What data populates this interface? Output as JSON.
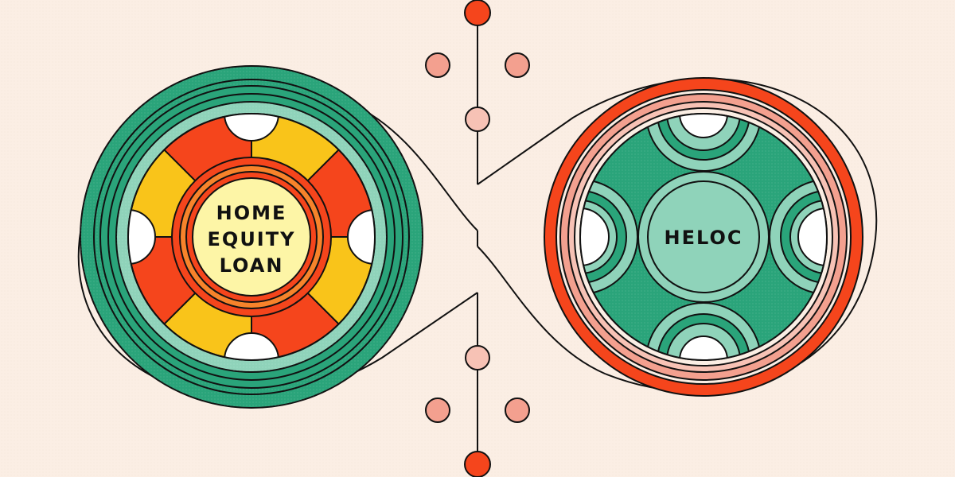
{
  "diagram": {
    "left_node": {
      "lines": [
        "HOME",
        "EQUITY",
        "LOAN"
      ]
    },
    "right_node": {
      "lines": [
        "HELOC"
      ]
    }
  },
  "colors": {
    "background": "#fbeee4",
    "outline": "#111111",
    "green": "#2aa47a",
    "mint": "#8fd3ba",
    "red_orange": "#f5451c",
    "salmon": "#f3a08f",
    "pink_light": "#f7c2b5",
    "yellow": "#f9c41a",
    "cream": "#fdf5a6",
    "orange": "#f7832b",
    "white": "#ffffff"
  }
}
